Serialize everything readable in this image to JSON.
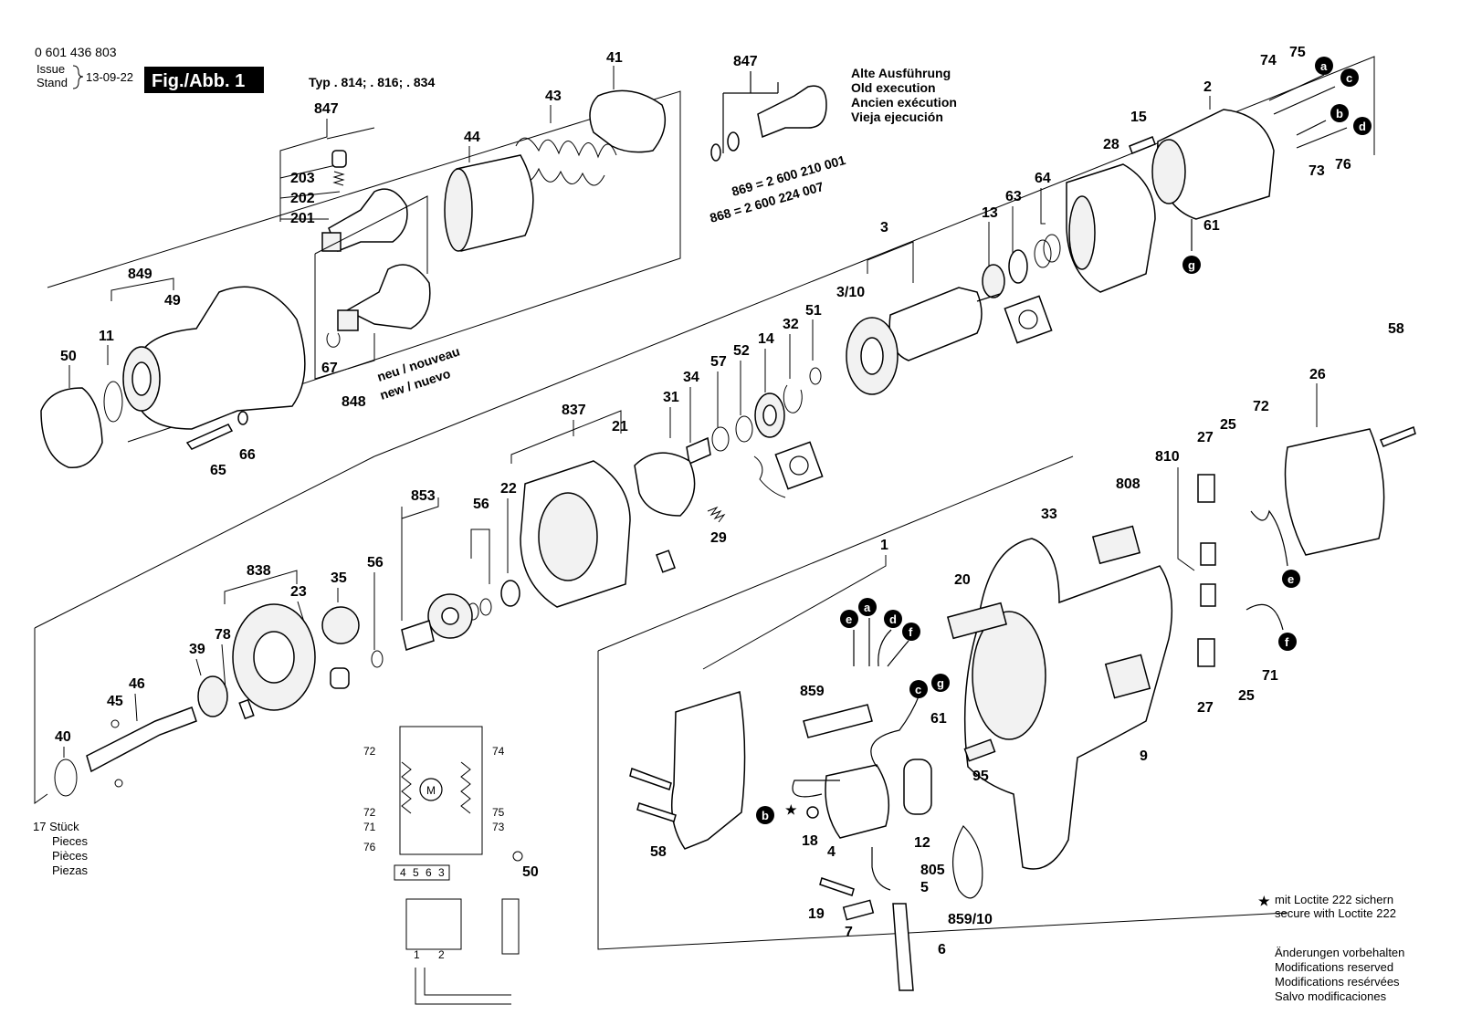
{
  "header": {
    "doc_number": "0 601 436 803",
    "issue_label": "Issue",
    "stand_label": "Stand",
    "issue_date": "13-09-22",
    "fig_label": "Fig./Abb. 1",
    "type_text": "Typ . 814; . 816; . 834"
  },
  "old_execution": [
    "Alte Ausführung",
    "Old execution",
    "Ancien exécution",
    "Vieja ejecución"
  ],
  "part_numbers": {
    "p869": "869 = 2 600 210 001",
    "p868": "868 = 2 600 224 007"
  },
  "new_version": [
    "neu / nouveau",
    "new / nuevo"
  ],
  "pieces": [
    "17 Stück",
    "Pieces",
    "Pièces",
    "Piezas"
  ],
  "loctite": [
    "mit Loctite 222 sichern",
    "secure with Loctite 222"
  ],
  "loctite_symbol": "★",
  "modifications": [
    "Änderungen vorbehalten",
    "Modifications reserved",
    "Modifications resérvées",
    "Salvo modificaciones"
  ],
  "wiring": {
    "terminals": [
      "4",
      "5",
      "6",
      "3"
    ],
    "switch_terminals": [
      "1",
      "2"
    ],
    "motor": "M"
  },
  "connectors": {
    "a": "a",
    "b": "b",
    "c": "c",
    "d": "d",
    "e": "e",
    "f": "f",
    "g": "g"
  },
  "callouts": {
    "c41": "41",
    "c43": "43",
    "c44": "44",
    "c847a": "847",
    "c203": "203",
    "c202": "202",
    "c201": "201",
    "c849": "849",
    "c11": "11",
    "c49": "49",
    "c50": "50",
    "c67": "67",
    "c848": "848",
    "c65": "65",
    "c66": "66",
    "c847b": "847",
    "c2": "2",
    "c74": "74",
    "c75": "75",
    "c15": "15",
    "c28": "28",
    "c73": "73",
    "c76": "76",
    "c61a": "61",
    "c64": "64",
    "c63": "63",
    "c13": "13",
    "c3": "3",
    "c310": "3/10",
    "c51": "51",
    "c32": "32",
    "c14": "14",
    "c52": "52",
    "c57": "57",
    "c34": "34",
    "c31": "31",
    "c29": "29",
    "c837": "837",
    "c21": "21",
    "c22": "22",
    "c56a": "56",
    "c853": "853",
    "c838": "838",
    "c23": "23",
    "c35": "35",
    "c56b": "56",
    "c78": "78",
    "c39": "39",
    "c46": "46",
    "c45": "45",
    "c40": "40",
    "c72a": "72",
    "c74b": "74",
    "c72b": "72",
    "c71b": "71",
    "c75b": "75",
    "c73b": "73",
    "c76b": "76",
    "c50b": "50",
    "c58a": "58",
    "c26": "26",
    "c72c": "72",
    "c25a": "25",
    "c27a": "27",
    "c810": "810",
    "c808": "808",
    "c33": "33",
    "c1": "1",
    "c20": "20",
    "c71": "71",
    "c25b": "25",
    "c27b": "27",
    "c9": "9",
    "c95": "95",
    "c859": "859",
    "c61b": "61",
    "c18": "18",
    "c4": "4",
    "c12": "12",
    "c58b": "58",
    "c805": "805",
    "c5": "5",
    "c19": "19",
    "c7": "7",
    "c85910": "859/10",
    "c6": "6"
  }
}
